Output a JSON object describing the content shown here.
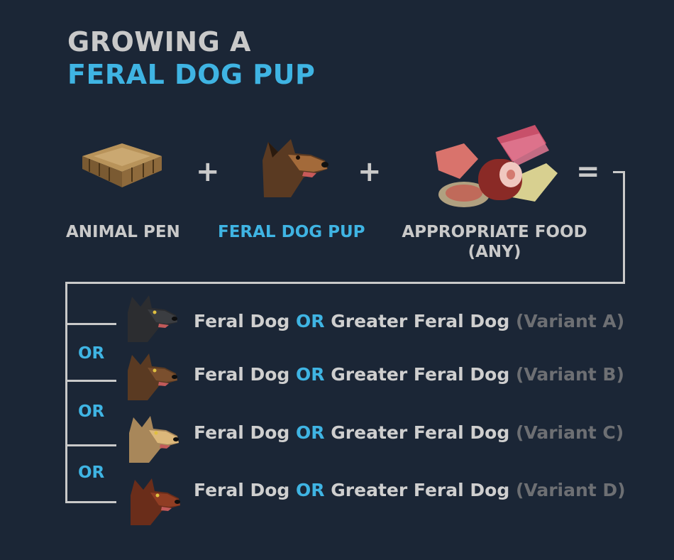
{
  "title": {
    "line1": "GROWING A",
    "line2": "FERAL DOG PUP"
  },
  "ingredients": [
    {
      "label": "ANIMAL PEN",
      "icon": "animal-pen-icon"
    },
    {
      "label": "FERAL DOG PUP",
      "icon": "feral-dog-pup-icon"
    },
    {
      "label": "APPROPRIATE FOOD",
      "label2": "(ANY)",
      "icon": "meat-food-icon"
    }
  ],
  "operators": {
    "plus": "+",
    "equals": "="
  },
  "or_label": "OR",
  "results": [
    {
      "name": "Feral Dog",
      "or": "OR",
      "greater": "Greater Feral Dog",
      "variant": "(Variant A)",
      "icon": "dog-variant-a-icon",
      "fur": "#2c2d30"
    },
    {
      "name": "Feral Dog",
      "or": "OR",
      "greater": "Greater Feral Dog",
      "variant": "(Variant B)",
      "icon": "dog-variant-b-icon",
      "fur": "#5a3a22"
    },
    {
      "name": "Feral Dog",
      "or": "OR",
      "greater": "Greater Feral Dog",
      "variant": "(Variant C)",
      "icon": "dog-variant-c-icon",
      "fur": "#a8875a"
    },
    {
      "name": "Feral Dog",
      "or": "OR",
      "greater": "Greater Feral Dog",
      "variant": "(Variant D)",
      "icon": "dog-variant-d-icon",
      "fur": "#6a2d1a"
    }
  ],
  "colors": {
    "background": "#1b2636",
    "accent": "#3fb4e3",
    "text": "#c9c9c9",
    "muted": "#6d6f73"
  }
}
